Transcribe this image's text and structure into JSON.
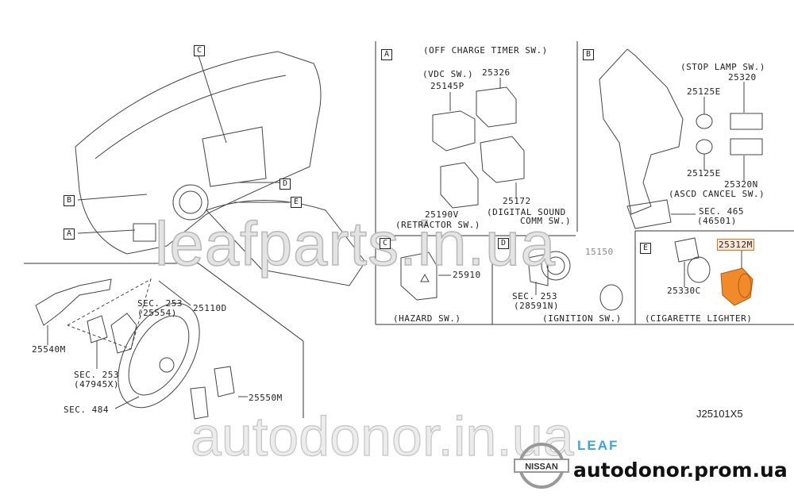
{
  "diagram_code": "J25101X5",
  "watermarks": {
    "top": "leafparts.in.ua",
    "bottom": "autodonor.in.ua"
  },
  "branding": {
    "model": "LEAF",
    "brand_logo": "NISSAN",
    "site": "autodonor.prom.ua",
    "model_color": "#3aa6e0",
    "highlight_color": "#f07020"
  },
  "overview": {
    "callouts": [
      "C",
      "B",
      "A",
      "D",
      "E"
    ],
    "parts": {
      "p1": "SEC. 253",
      "p1b": "(25554)",
      "p2": "25110D",
      "p3": "25540M",
      "p4": "SEC. 253",
      "p4b": "(47945X)",
      "p5": "SEC. 484",
      "p6": "25550M"
    }
  },
  "panel_a": {
    "key": "A",
    "title": "(OFF CHARGE TIMER SW.)",
    "vdc": "(VDC SW.)",
    "p1": "25145P",
    "p2": "25326",
    "p3": "25190V",
    "retractor": "(RETRACTOR SW.)",
    "p4": "25172",
    "dsc1": "(DIGITAL SOUND",
    "dsc2": "COMM SW.)"
  },
  "panel_b": {
    "key": "B",
    "stop": "(STOP LAMP SW.)",
    "p1": "25320",
    "p2": "25125E",
    "p3": "25125E",
    "p4": "25320N",
    "ascd": "(ASCD CANCEL SW.)",
    "sec": "SEC. 465",
    "secb": "(46501)"
  },
  "panel_c": {
    "key": "C",
    "p1": "25910",
    "title": "(HAZARD SW.)"
  },
  "panel_d": {
    "key": "D",
    "p1": "SEC. 253",
    "p1b": "(28591N)",
    "p2": "15150",
    "title": "(IGNITION SW.)"
  },
  "panel_e": {
    "key": "E",
    "p1": "25312M",
    "p2": "25330C",
    "title": "(CIGARETTE LIGHTER)"
  }
}
